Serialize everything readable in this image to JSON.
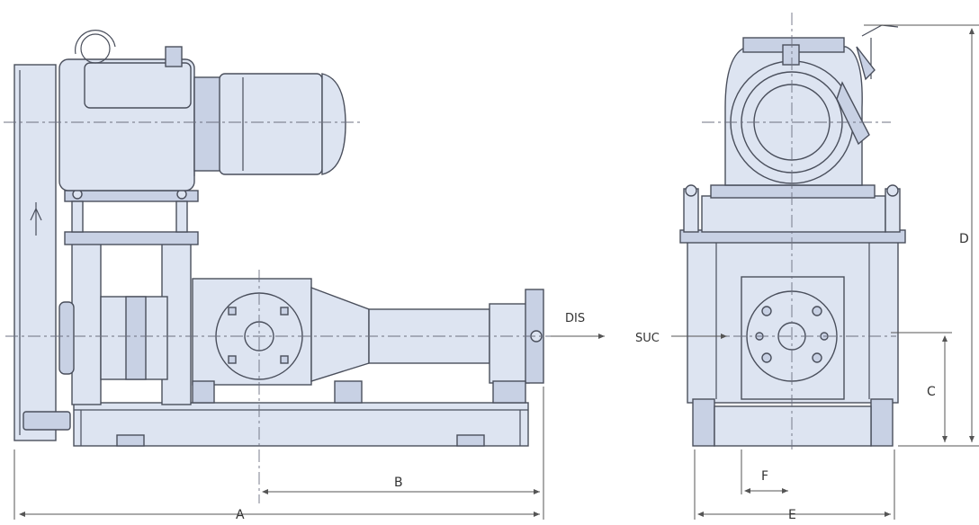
{
  "labels": {
    "dim_a": "A",
    "dim_b": "B",
    "dim_c": "C",
    "dim_d": "D",
    "dim_e": "E",
    "dim_f": "F",
    "discharge": "DIS",
    "suction": "SUC"
  },
  "colors": {
    "body_fill": "#dde4f1",
    "body_dark": "#c8d1e4",
    "outline": "#4a4f5c",
    "dimension_line": "#555555"
  }
}
